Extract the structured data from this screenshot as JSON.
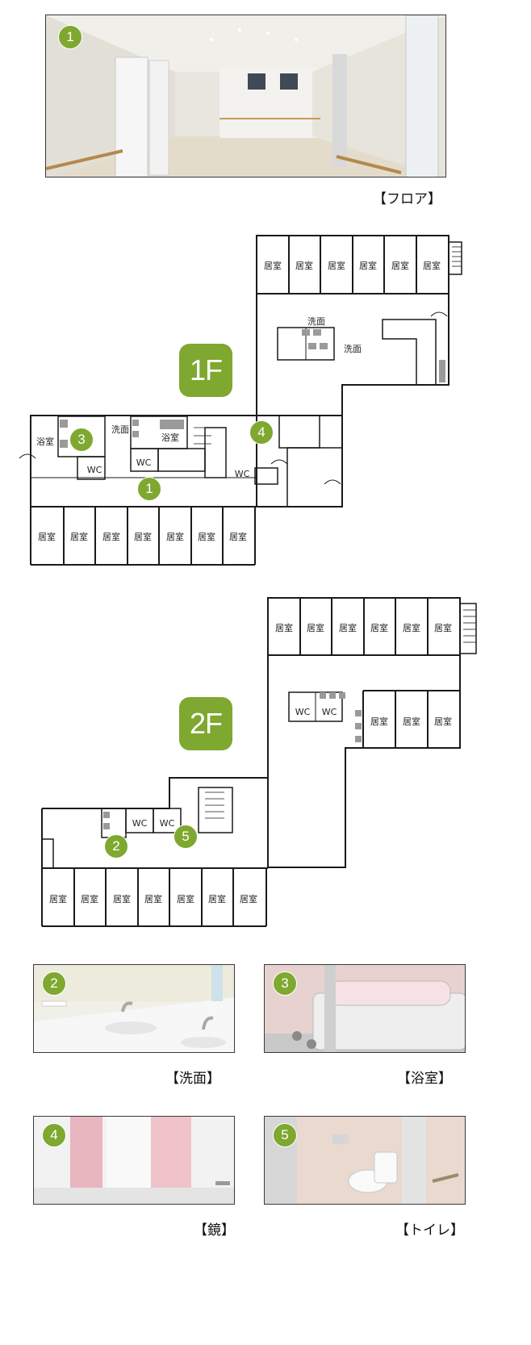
{
  "photos": {
    "floor": {
      "badge": "1",
      "caption": "【フロア】"
    },
    "sink": {
      "badge": "2",
      "caption": "【洗面】"
    },
    "bath": {
      "badge": "3",
      "caption": "【浴室】"
    },
    "mirror": {
      "badge": "4",
      "caption": "【鏡】"
    },
    "toilet": {
      "badge": "5",
      "caption": "【トイレ】"
    }
  },
  "floors": {
    "f1": {
      "badge": "1F",
      "room_label": "居室",
      "labels": {
        "sink_a": "洗面",
        "sink_b": "洗面",
        "sink_c": "洗面",
        "bath_a": "浴室",
        "bath_b": "浴室",
        "wc_a": "WC",
        "wc_b": "WC",
        "wc_c": "WC"
      },
      "markers": {
        "m1": "1",
        "m3": "3",
        "m4": "4"
      }
    },
    "f2": {
      "badge": "2F",
      "room_label": "居室",
      "labels": {
        "wc_a": "WC",
        "wc_b": "WC",
        "wc_c": "WC",
        "wc_d": "WC"
      },
      "markers": {
        "m2": "2",
        "m5": "5"
      }
    }
  },
  "colors": {
    "accent": "#7ea82f",
    "wall": "#1a1a1a"
  }
}
